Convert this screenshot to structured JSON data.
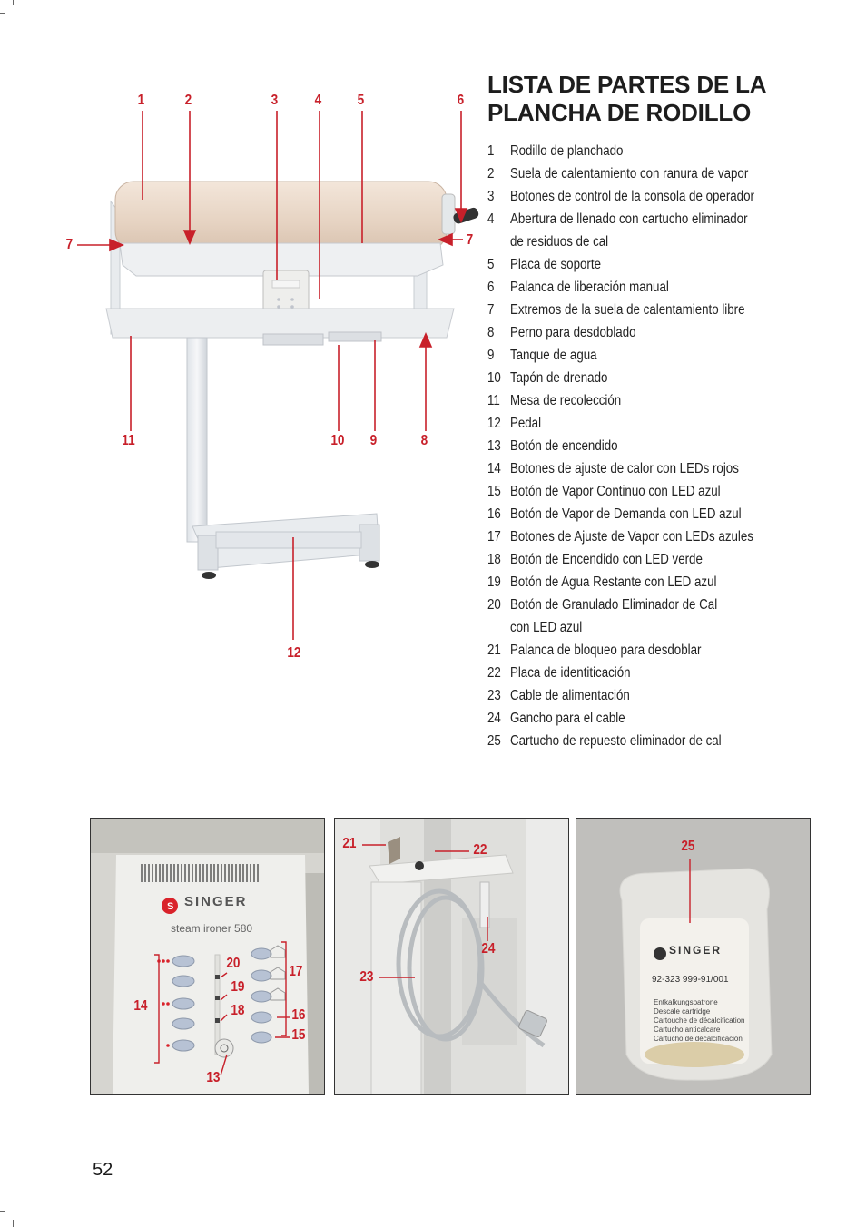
{
  "title": "LISTA DE PARTES DE LA PLANCHA DE RODILLO",
  "parts": [
    {
      "num": "1",
      "text": "Rodillo de planchado"
    },
    {
      "num": "2",
      "text": "Suela de calentamiento con ranura de vapor"
    },
    {
      "num": "3",
      "text": "Botones de control de la consola de operador"
    },
    {
      "num": "4",
      "text": "Abertura de llenado con cartucho eliminador"
    },
    {
      "num": "",
      "text": "de residuos de cal"
    },
    {
      "num": "5",
      "text": "Placa de soporte"
    },
    {
      "num": "6",
      "text": "Palanca de liberación manual"
    },
    {
      "num": "7",
      "text": "Extremos de la suela de calentamiento libre"
    },
    {
      "num": "8",
      "text": "Perno para desdoblado"
    },
    {
      "num": "9",
      "text": "Tanque de agua"
    },
    {
      "num": "10",
      "text": "Tapón de drenado"
    },
    {
      "num": "11",
      "text": "Mesa de recolección"
    },
    {
      "num": "12",
      "text": "Pedal"
    },
    {
      "num": "13",
      "text": "Botón de encendido"
    },
    {
      "num": "14",
      "text": "Botones de ajuste de calor con LEDs rojos"
    },
    {
      "num": "15",
      "text": "Botón de Vapor Continuo con LED azul"
    },
    {
      "num": "16",
      "text": "Botón de Vapor de Demanda con LED azul"
    },
    {
      "num": "17",
      "text": "Botones de Ajuste de Vapor con LEDs azules"
    },
    {
      "num": "18",
      "text": "Botón de Encendido con LED verde"
    },
    {
      "num": "19",
      "text": "Botón de Agua Restante con LED azul"
    },
    {
      "num": "20",
      "text": "Botón de Granulado Eliminador de Cal"
    },
    {
      "num": "",
      "text": "con LED azul"
    },
    {
      "num": "21",
      "text": "Palanca de bloqueo para desdoblar"
    },
    {
      "num": "22",
      "text": "Placa de identiticación"
    },
    {
      "num": "23",
      "text": "Cable de alimentación"
    },
    {
      "num": "24",
      "text": "Gancho para el cable"
    },
    {
      "num": "25",
      "text": "Cartucho de repuesto eliminador de cal"
    }
  ],
  "main_callouts": {
    "c1": "1",
    "c2": "2",
    "c3": "3",
    "c4": "4",
    "c5": "5",
    "c6": "6",
    "c7a": "7",
    "c7b": "7",
    "c8": "8",
    "c9": "9",
    "c10": "10",
    "c11": "11",
    "c12": "12"
  },
  "console": {
    "brand": "SINGER",
    "model": "steam ironer 580",
    "callouts": {
      "c13": "13",
      "c14": "14",
      "c15": "15",
      "c16": "16",
      "c17": "17",
      "c18": "18",
      "c19": "19",
      "c20": "20"
    }
  },
  "bracket_callouts": {
    "c21": "21",
    "c22": "22",
    "c23": "23",
    "c24": "24"
  },
  "cartridge": {
    "brand": "SINGER",
    "code": "92-323 999-91/001",
    "lines": [
      "Entkalkungspatrone",
      "Descale cartridge",
      "Cartouche de décalcification",
      "Cartucho anticalcare",
      "Cartucho de decalcificación"
    ],
    "callout": "25"
  },
  "page_number": "52"
}
